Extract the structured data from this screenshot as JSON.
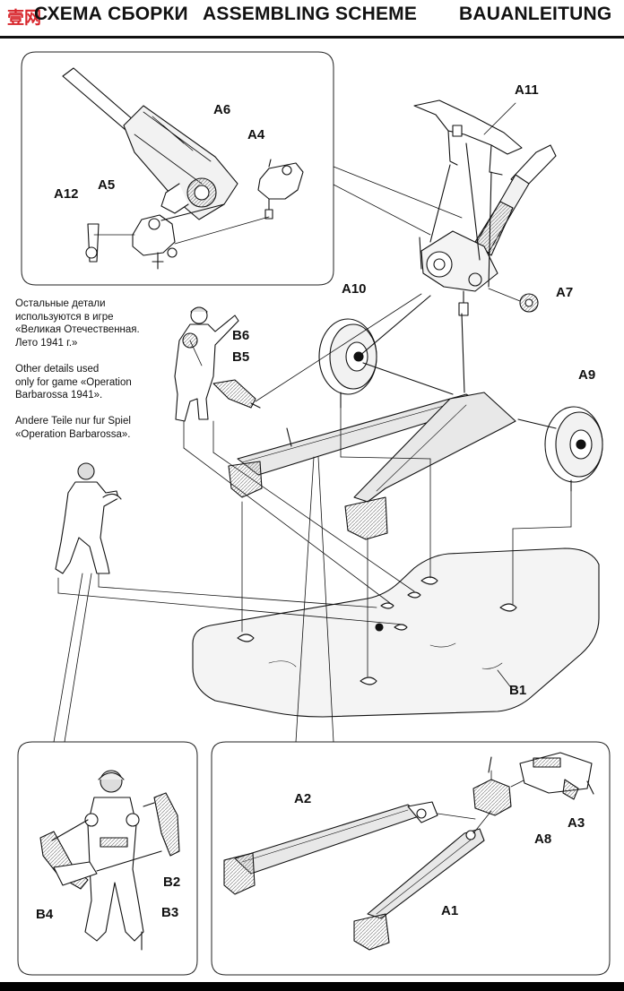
{
  "header": {
    "title_ru": "СХЕМА СБОРКИ",
    "title_en": "ASSEMBLING SCHEME",
    "title_de": "BAUANLEITUNG",
    "watermark_text": "壹网"
  },
  "notes": {
    "ru": [
      "Остальные детали",
      "используются в игре",
      "«Великая Отечественная.",
      "Лето 1941 г.»"
    ],
    "en": [
      "Other details used",
      "only for game «Operation",
      "Barbarossa 1941»."
    ],
    "de": [
      "Andere Teile nur fur Spiel",
      "«Operation Barbarossa»."
    ]
  },
  "parts": {
    "A1": "A1",
    "A2": "A2",
    "A3": "A3",
    "A4": "A4",
    "A5": "A5",
    "A6": "A6",
    "A7": "A7",
    "A8": "A8",
    "A9": "A9",
    "A10": "A10",
    "A11": "A11",
    "A12": "A12",
    "B1": "B1",
    "B2": "B2",
    "B3": "B3",
    "B4": "B4",
    "B5": "B5",
    "B6": "B6"
  },
  "colors": {
    "ink": "#111111",
    "shade": "#c8c8c8",
    "base_fill": "#f4f4f4",
    "watermark_red": "#d8262c",
    "watermark_blue": "#1f6fb8"
  }
}
